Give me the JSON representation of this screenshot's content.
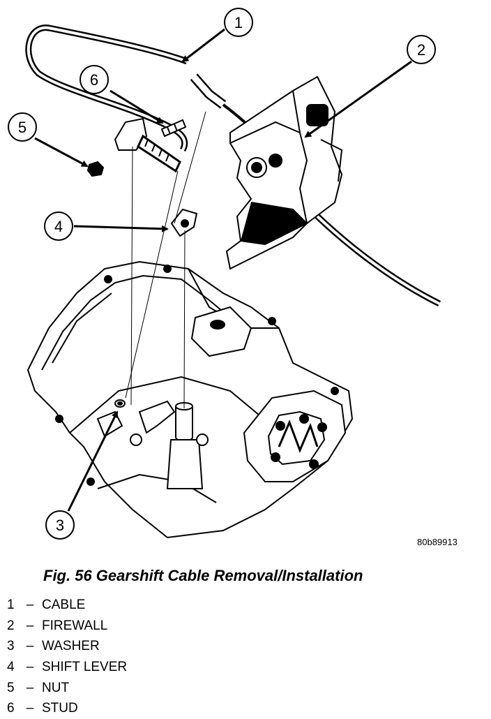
{
  "figure": {
    "id_code": "80b89913",
    "callouts": [
      "1",
      "2",
      "3",
      "4",
      "5",
      "6"
    ]
  },
  "caption": "Fig. 56 Gearshift Cable Removal/Installation",
  "legend": [
    {
      "num": "1",
      "dash": "–",
      "label": "CABLE"
    },
    {
      "num": "2",
      "dash": "–",
      "label": "FIREWALL"
    },
    {
      "num": "3",
      "dash": "–",
      "label": "WASHER"
    },
    {
      "num": "4",
      "dash": "–",
      "label": "SHIFT LEVER"
    },
    {
      "num": "5",
      "dash": "–",
      "label": "NUT"
    },
    {
      "num": "6",
      "dash": "–",
      "label": "STUD"
    }
  ]
}
